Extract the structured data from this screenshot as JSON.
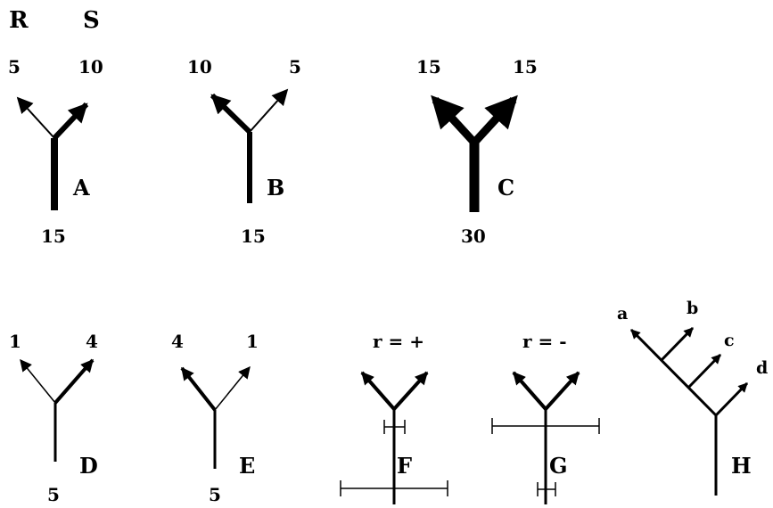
{
  "headers": {
    "left": "R",
    "right": "S"
  },
  "panels": {
    "A": {
      "label": "A",
      "stem": "15",
      "left": "5",
      "right": "10"
    },
    "B": {
      "label": "B",
      "stem": "15",
      "left": "10",
      "right": "5"
    },
    "C": {
      "label": "C",
      "stem": "30",
      "left": "15",
      "right": "15"
    },
    "D": {
      "label": "D",
      "stem": "5",
      "left": "1",
      "right": "4"
    },
    "E": {
      "label": "E",
      "stem": "5",
      "left": "4",
      "right": "1"
    },
    "F": {
      "label": "F",
      "title": "r = +"
    },
    "G": {
      "label": "G",
      "title": "r = -"
    },
    "H": {
      "label": "H",
      "leaves": [
        "a",
        "b",
        "c",
        "d"
      ]
    }
  }
}
